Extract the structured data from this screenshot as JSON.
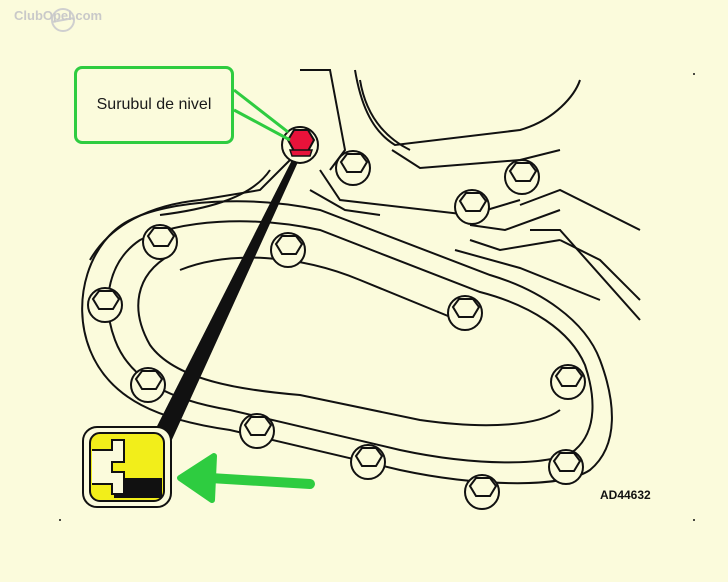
{
  "watermark": "ClubOpel.com",
  "callout": {
    "label": "Surubul de nivel"
  },
  "figure_code": "AD44632",
  "colors": {
    "background": "#fbfbdc",
    "outline": "#111111",
    "highlight_bolt": "#e8123a",
    "callout_border": "#2ecc40",
    "arrow": "#2ecc40",
    "inset_fill": "#f2ee1a"
  },
  "icons": [
    "fill-plug-highlight-icon",
    "level-plug-inset-icon",
    "pointer-arrow-icon",
    "brand-logo-icon"
  ]
}
